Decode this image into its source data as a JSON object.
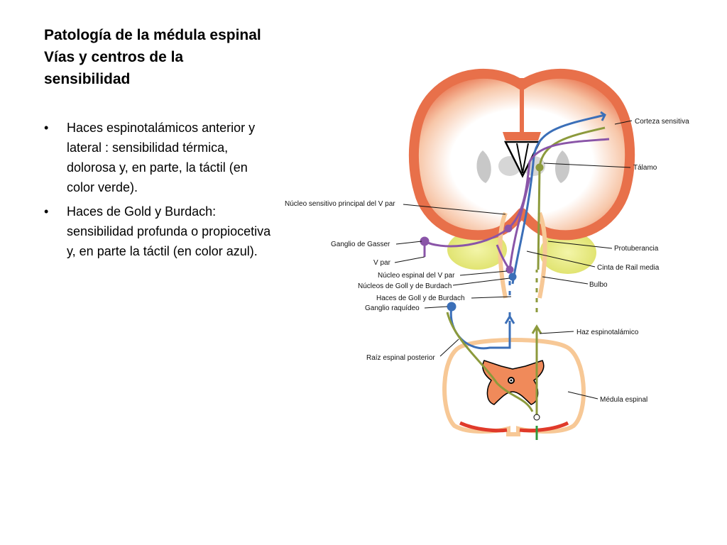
{
  "slide": {
    "title_line1": "Patología de la médula espinal",
    "title_line2": "Vías y centros de la sensibilidad",
    "bullets": [
      "Haces espinotalámicos anterior y lateral : sensibilidad térmica, dolorosa y, en parte, la táctil (en color verde).",
      "Haces de Gold y Burdach: sensibilidad profunda o propiocetiva y, en parte la táctil (en color azul)."
    ],
    "bullet_glyph": "•"
  },
  "diagram": {
    "labels": {
      "corteza": "Corteza sensitiva",
      "talamo": "Tálamo",
      "nucleo_principal": "Núcleo sensitivo principal del V par",
      "gasser": "Ganglio de Gasser",
      "protuberancia": "Protuberancia",
      "v_par": "V par",
      "cinta_rail": "Cinta de Rail media",
      "nucleo_espinal": "Núcleo espinal del V par",
      "nucleos_goll": "Núcleos de Goll y de Burdach",
      "bulbo": "Bulbo",
      "haces_goll": "Haces de Goll y de Burdach",
      "ganglio_raquideo": "Ganglio raquídeo",
      "haz_espinotalamico": "Haz espinotalámico",
      "raiz_posterior": "Raíz espinal posterior",
      "medula": "Médula espinal"
    },
    "colors": {
      "blue_pathway": "#3b6fb8",
      "green_pathway": "#8c9a3c",
      "purple_pathway": "#8a55a8",
      "cortex_orange": "#e8704a",
      "brainstem_yellow": "#e6e87a",
      "gray_matter": "#f08a5a"
    }
  }
}
